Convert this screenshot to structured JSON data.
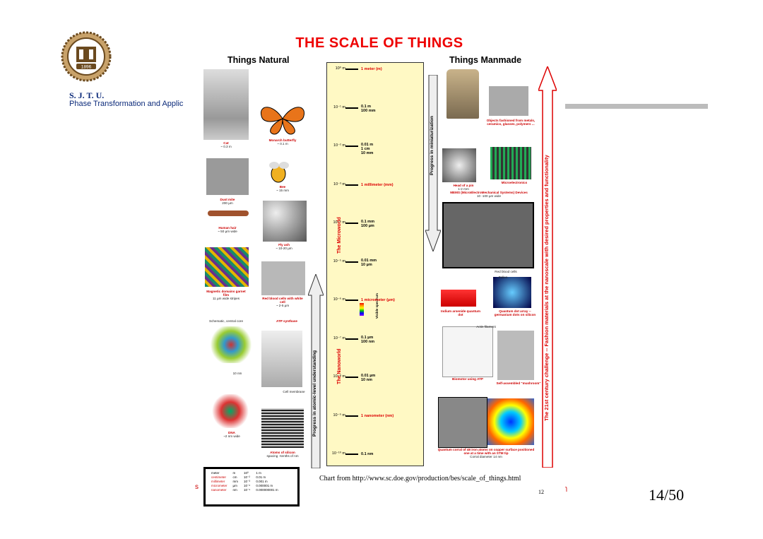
{
  "header": {
    "org": "S. J. T. U.",
    "subtitle": "Phase Transformation and Applic",
    "logo_year": "1896",
    "logo_icon": "university-seal-icon"
  },
  "poster": {
    "title": "THE SCALE OF THINGS",
    "natural_heading": "Things Natural",
    "manmade_heading": "Things Manmade",
    "ruler_ticks": [
      {
        "exp": "10⁰ m",
        "label": [
          "1 meter (m)"
        ],
        "red": true
      },
      {
        "exp": "10⁻¹ m",
        "label": [
          "0.1 m",
          "100 mm"
        ],
        "red": false
      },
      {
        "exp": "10⁻² m",
        "label": [
          "0.01 m",
          "1 cm",
          "10 mm"
        ],
        "red": false
      },
      {
        "exp": "10⁻³ m",
        "label": [
          "1 millimeter (mm)"
        ],
        "red": true
      },
      {
        "exp": "10⁻⁴ m",
        "label": [
          "0.1 mm",
          "100 µm"
        ],
        "red": false
      },
      {
        "exp": "10⁻⁵ m",
        "label": [
          "0.01 mm",
          "10 µm"
        ],
        "red": false
      },
      {
        "exp": "10⁻⁶ m",
        "label": [
          "1 micrometer (µm)"
        ],
        "red": true
      },
      {
        "exp": "10⁻⁷ m",
        "label": [
          "0.1 µm",
          "100 nm"
        ],
        "red": false
      },
      {
        "exp": "10⁻⁸ m",
        "label": [
          "0.01 µm",
          "10 nm"
        ],
        "red": false
      },
      {
        "exp": "10⁻⁹ m",
        "label": [
          "1 nanometer (nm)"
        ],
        "red": true
      },
      {
        "exp": "10⁻¹⁰ m",
        "label": [
          "0.1 nm"
        ],
        "red": false
      }
    ],
    "microworld": "The Microworld",
    "nanoworld": "The Nanoworld",
    "visible": "Visible spectrum",
    "progress_miniaturization": "Progress in miniaturization",
    "progress_understanding": "Progress in atomic-level understanding",
    "challenge": "The 21st century challenge -- Fashion materials at the nanoscale with desired properties and functionality",
    "natural_captions": [
      {
        "t": "Cat",
        "s": "~ 0.3 m"
      },
      {
        "t": "Monarch butterfly",
        "s": "~ 0.1 m"
      },
      {
        "t": "Dust mite",
        "s": "200 µm"
      },
      {
        "t": "Bee",
        "s": "~ 15 mm"
      },
      {
        "t": "Human hair",
        "s": "~ 50 µm wide"
      },
      {
        "t": "Fly ash",
        "s": "~ 10-20 µm"
      },
      {
        "t": "Magnetic domains garnet film",
        "s": "11 µm wide stripes"
      },
      {
        "t": "Red blood cells with white cell",
        "s": "~ 2-5 µm"
      },
      {
        "t": "Schematic, central core",
        "s": ""
      },
      {
        "t": "ATP synthase",
        "s": ""
      },
      {
        "t": "10 nm",
        "s": ""
      },
      {
        "t": "Cell membrane",
        "s": ""
      },
      {
        "t": "DNA",
        "s": "~2 nm wide"
      },
      {
        "t": "Atoms of silicon",
        "s": "spacing ~tenths of nm"
      }
    ],
    "manmade_captions": [
      {
        "t": "Objects fashioned from metals, ceramics, glasses, polymers ...",
        "s": ""
      },
      {
        "t": "Head of a pin",
        "s": "1-2 mm"
      },
      {
        "t": "Microelectronics",
        "s": ""
      },
      {
        "t": "MEMS (MicroElectroMechanical Systems) Devices",
        "s": "10 -100 µm wide"
      },
      {
        "t": "Red blood cells",
        "s": ""
      },
      {
        "t": "Pollen",
        "s": ""
      },
      {
        "t": "Indium arsenide quantum dot",
        "s": ""
      },
      {
        "t": "Quantum dot array -- germanium dots on silicon",
        "s": ""
      },
      {
        "t": "Actin filament",
        "s": ""
      },
      {
        "t": "Biomotor using ATP",
        "s": ""
      },
      {
        "t": "Self-assembled \"mushroom\"",
        "s": ""
      },
      {
        "t": "Quantum corral of 48 iron atoms on copper surface positioned one at a time with an STM tip",
        "s": "Corral diameter 14 nm"
      }
    ]
  },
  "units_table": {
    "rows": [
      [
        "meter",
        "m",
        "10⁰",
        "1 m"
      ],
      [
        "centimeter",
        "cm",
        "10⁻²",
        "0.01 m"
      ],
      [
        "millimeter",
        "mm",
        "10⁻³",
        "0.001 m"
      ],
      [
        "micrometer",
        "µm",
        "10⁻⁶",
        "0.000001 m"
      ],
      [
        "nanometer",
        "nm",
        "10⁻⁹",
        "0.000000001 m"
      ]
    ]
  },
  "footer": {
    "left_fragment": "s",
    "chart_source": "Chart from http://www.sc.doe.gov/production/bes/scale_of_things.html",
    "inner_page": "12",
    "right_fragment": "ɿ",
    "page_number": "14/50"
  },
  "colors": {
    "title_red": "#e00000",
    "ruler_bg": "#fff9c4",
    "org_blue": "#0b2a7a",
    "bar_gray": "#bcbcbc"
  }
}
